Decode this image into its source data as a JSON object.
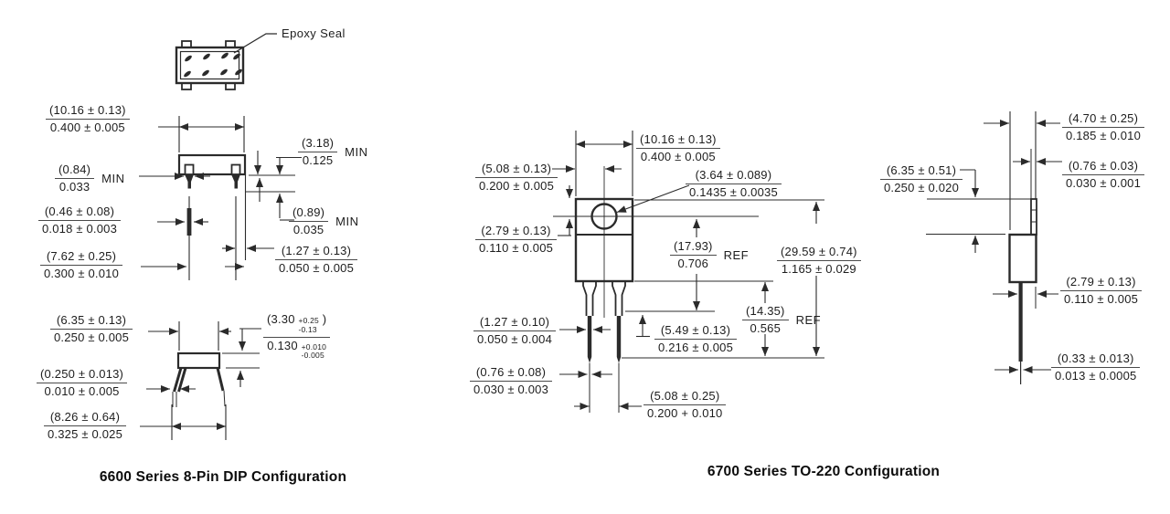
{
  "page": {
    "background_color": "#ffffff",
    "line_color": "#2b2b2b",
    "text_color": "#1d1d1d"
  },
  "dip": {
    "caption": "6600 Series 8-Pin DIP Configuration",
    "epoxy_seal_label": "Epoxy Seal",
    "dims": {
      "body_width": {
        "mm": "(10.16 ± 0.13)",
        "inch": "0.400 ± 0.005"
      },
      "shoulder_width": {
        "mm": "(0.84)",
        "inch": "0.033",
        "suffix": "MIN"
      },
      "lead_thickness": {
        "mm": "(0.46 ± 0.08)",
        "inch": "0.018 ± 0.003"
      },
      "lead_spacing": {
        "mm": "(7.62 ± 0.25)",
        "inch": "0.300 ± 0.010"
      },
      "standoff_height": {
        "mm": "(3.18)",
        "inch": "0.125",
        "suffix": "MIN"
      },
      "shoulder_height": {
        "mm": "(0.89)",
        "inch": "0.035",
        "suffix": "MIN"
      },
      "lead_width": {
        "mm": "(1.27 ± 0.13)",
        "inch": "0.050 ± 0.005"
      },
      "body_depth": {
        "mm": "(6.35 ± 0.13)",
        "inch": "0.250 ± 0.005"
      },
      "body_height": {
        "mm_main": "(3.30",
        "mm_tol_plus": "+0.25",
        "mm_tol_minus": "-0.13",
        "mm_close": ")",
        "inch_main": "0.130",
        "inch_tol_plus": "+0.010",
        "inch_tol_minus": "-0.005"
      },
      "lead_tip_thickness": {
        "mm": "(0.250 ± 0.013)",
        "inch": "0.010 ± 0.005"
      },
      "lead_span": {
        "mm": "(8.26 ± 0.64)",
        "inch": "0.325 ± 0.025"
      }
    }
  },
  "to220": {
    "caption": "6700 Series TO-220 Configuration",
    "front": {
      "body_width": {
        "mm": "(10.16 ± 0.13)",
        "inch": "0.400 ± 0.005"
      },
      "hole_center_offset": {
        "mm": "(5.08 ± 0.13)",
        "inch": "0.200 ± 0.005"
      },
      "hole_diameter": {
        "mm": "(3.64 ± 0.089)",
        "inch": "0.1435 ± 0.0035"
      },
      "hole_to_top": {
        "mm": "(2.79 ± 0.13)",
        "inch": "0.110 ± 0.005"
      },
      "body_length_ref": {
        "mm": "(17.93)",
        "inch": "0.706",
        "suffix": "REF"
      },
      "overall_length": {
        "mm": "(29.59 ± 0.74)",
        "inch": "1.165 ± 0.029"
      },
      "lead_width_upper": {
        "mm": "(1.27 ± 0.10)",
        "inch": "0.050 ± 0.004"
      },
      "shoulder_length": {
        "mm": "(5.49 ± 0.13)",
        "inch": "0.216 ± 0.005"
      },
      "lead_length_ref": {
        "mm": "(14.35)",
        "inch": "0.565",
        "suffix": "REF"
      },
      "lead_thickness": {
        "mm": "(0.76 ± 0.08)",
        "inch": "0.030 ± 0.003"
      },
      "lead_pitch": {
        "mm": "(5.08 ± 0.25)",
        "inch": "0.200 + 0.010"
      }
    },
    "side": {
      "body_thickness": {
        "mm": "(4.70 ± 0.25)",
        "inch": "0.185 ± 0.010"
      },
      "tab_thickness": {
        "mm": "(0.76 ± 0.03)",
        "inch": "0.030 ± 0.001"
      },
      "tab_height": {
        "mm": "(6.35 ± 0.51)",
        "inch": "0.250 ± 0.020"
      },
      "lead_thickness": {
        "mm": "(2.79 ± 0.13)",
        "inch": "0.110 ± 0.005"
      },
      "lead_tip_thickness": {
        "mm": "(0.33 ± 0.013)",
        "inch": "0.013 ± 0.0005"
      }
    }
  }
}
